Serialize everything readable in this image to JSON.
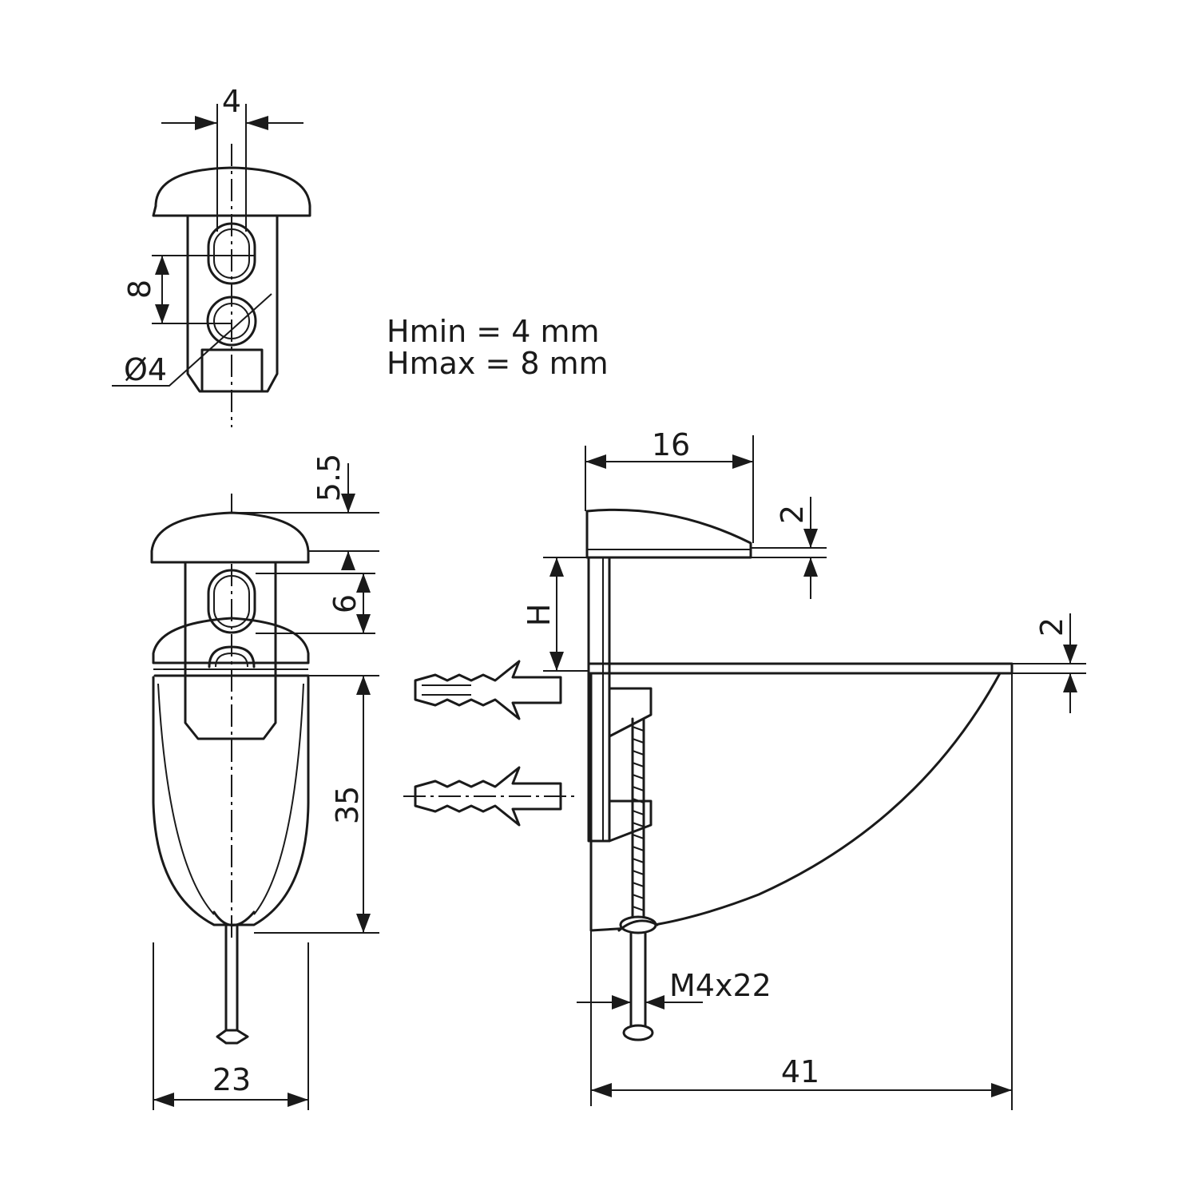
{
  "notes": {
    "hmin": "Hmin = 4 mm",
    "hmax": "Hmax = 8 mm"
  },
  "dimensions": {
    "top_slot_width": "4",
    "top_hole_spacing": "8",
    "top_hole_diameter": "Ø4",
    "front_cap_height": "5.5",
    "front_slot_length": "6",
    "front_body_height": "35",
    "front_width": "23",
    "side_clamp_depth": "16",
    "side_upper_pad": "2",
    "side_gap": "H",
    "side_lower_pad": "2",
    "side_length": "41",
    "side_screw": "M4x22"
  }
}
